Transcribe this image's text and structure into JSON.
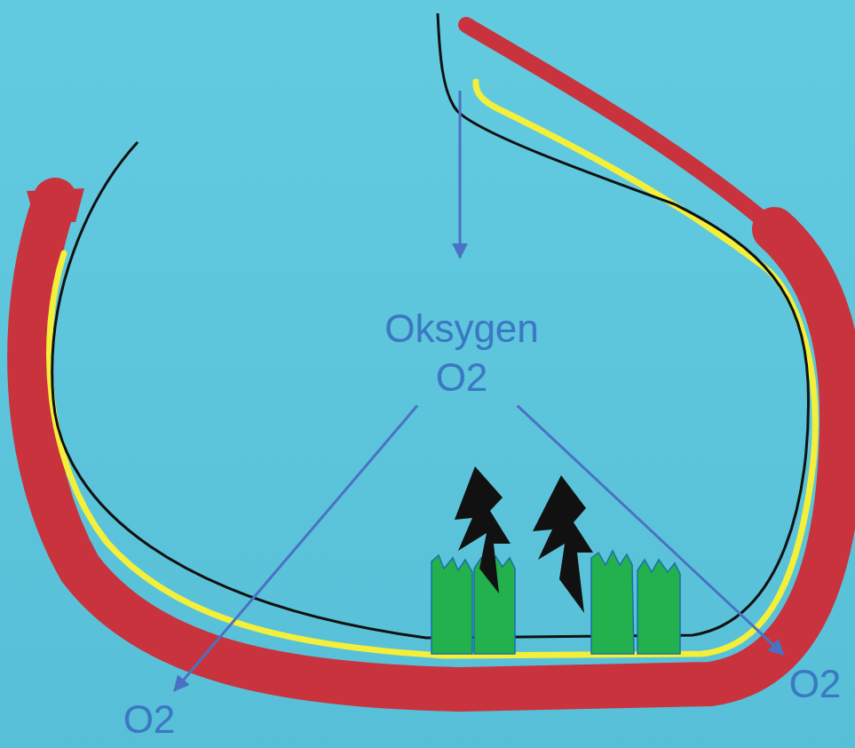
{
  "diagram": {
    "nodes": [
      {
        "text": [
          "Oksygen",
          "O2"
        ]
      },
      {
        "text": [
          "O2"
        ]
      },
      {
        "text": [
          "O2"
        ]
      }
    ],
    "edges": [
      {
        "from": 0,
        "to": 1,
        "arrow": "to"
      },
      {
        "from": 0,
        "to": 2,
        "arrow": "to"
      }
    ]
  }
}
